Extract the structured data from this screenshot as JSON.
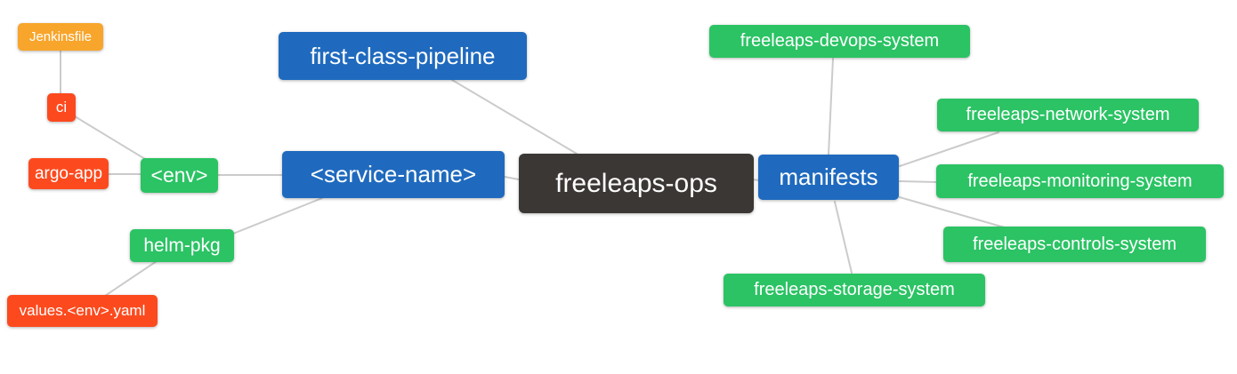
{
  "diagram": {
    "title": "freeleaps-ops repository structure mind map",
    "palette": {
      "blue": "#1f6abe",
      "green": "#2bc364",
      "red": "#fc4a1e",
      "orange": "#f8a52b",
      "dark": "#3b3734",
      "edge_gray": "#cbcbcb",
      "text_white": "#ffffff",
      "background": "#ffffff"
    },
    "nodes": {
      "freeleaps-ops": {
        "label": "freeleaps-ops",
        "color": "dark"
      },
      "first-class-pipeline": {
        "label": "first-class-pipeline",
        "color": "blue"
      },
      "service-name": {
        "label": "<service-name>",
        "color": "blue"
      },
      "manifests": {
        "label": "manifests",
        "color": "blue"
      },
      "env": {
        "label": "<env>",
        "color": "green"
      },
      "helm-pkg": {
        "label": "helm-pkg",
        "color": "green"
      },
      "ci": {
        "label": "ci",
        "color": "red"
      },
      "argo-app": {
        "label": "argo-app",
        "color": "red"
      },
      "values-env-yaml": {
        "label": "values.<env>.yaml",
        "color": "red"
      },
      "jenkinsfile": {
        "label": "Jenkinsfile",
        "color": "orange"
      },
      "devops-system": {
        "label": "freeleaps-devops-system",
        "color": "green"
      },
      "network-system": {
        "label": "freeleaps-network-system",
        "color": "green"
      },
      "monitoring-system": {
        "label": "freeleaps-monitoring-system",
        "color": "green"
      },
      "controls-system": {
        "label": "freeleaps-controls-system",
        "color": "green"
      },
      "storage-system": {
        "label": "freeleaps-storage-system",
        "color": "green"
      }
    },
    "connections": [
      {
        "from": "Jenkinsfile",
        "to": "ci"
      },
      {
        "from": "ci",
        "to": "<env>"
      },
      {
        "from": "argo-app",
        "to": "<env>"
      },
      {
        "from": "<env>",
        "to": "<service-name>"
      },
      {
        "from": "helm-pkg",
        "to": "<service-name>"
      },
      {
        "from": "values.<env>.yaml",
        "to": "helm-pkg"
      },
      {
        "from": "<service-name>",
        "to": "freeleaps-ops"
      },
      {
        "from": "first-class-pipeline",
        "to": "freeleaps-ops"
      },
      {
        "from": "freeleaps-ops",
        "to": "manifests"
      },
      {
        "from": "manifests",
        "to": "freeleaps-devops-system"
      },
      {
        "from": "manifests",
        "to": "freeleaps-network-system"
      },
      {
        "from": "manifests",
        "to": "freeleaps-monitoring-system"
      },
      {
        "from": "manifests",
        "to": "freeleaps-controls-system"
      },
      {
        "from": "manifests",
        "to": "freeleaps-storage-system"
      }
    ]
  }
}
